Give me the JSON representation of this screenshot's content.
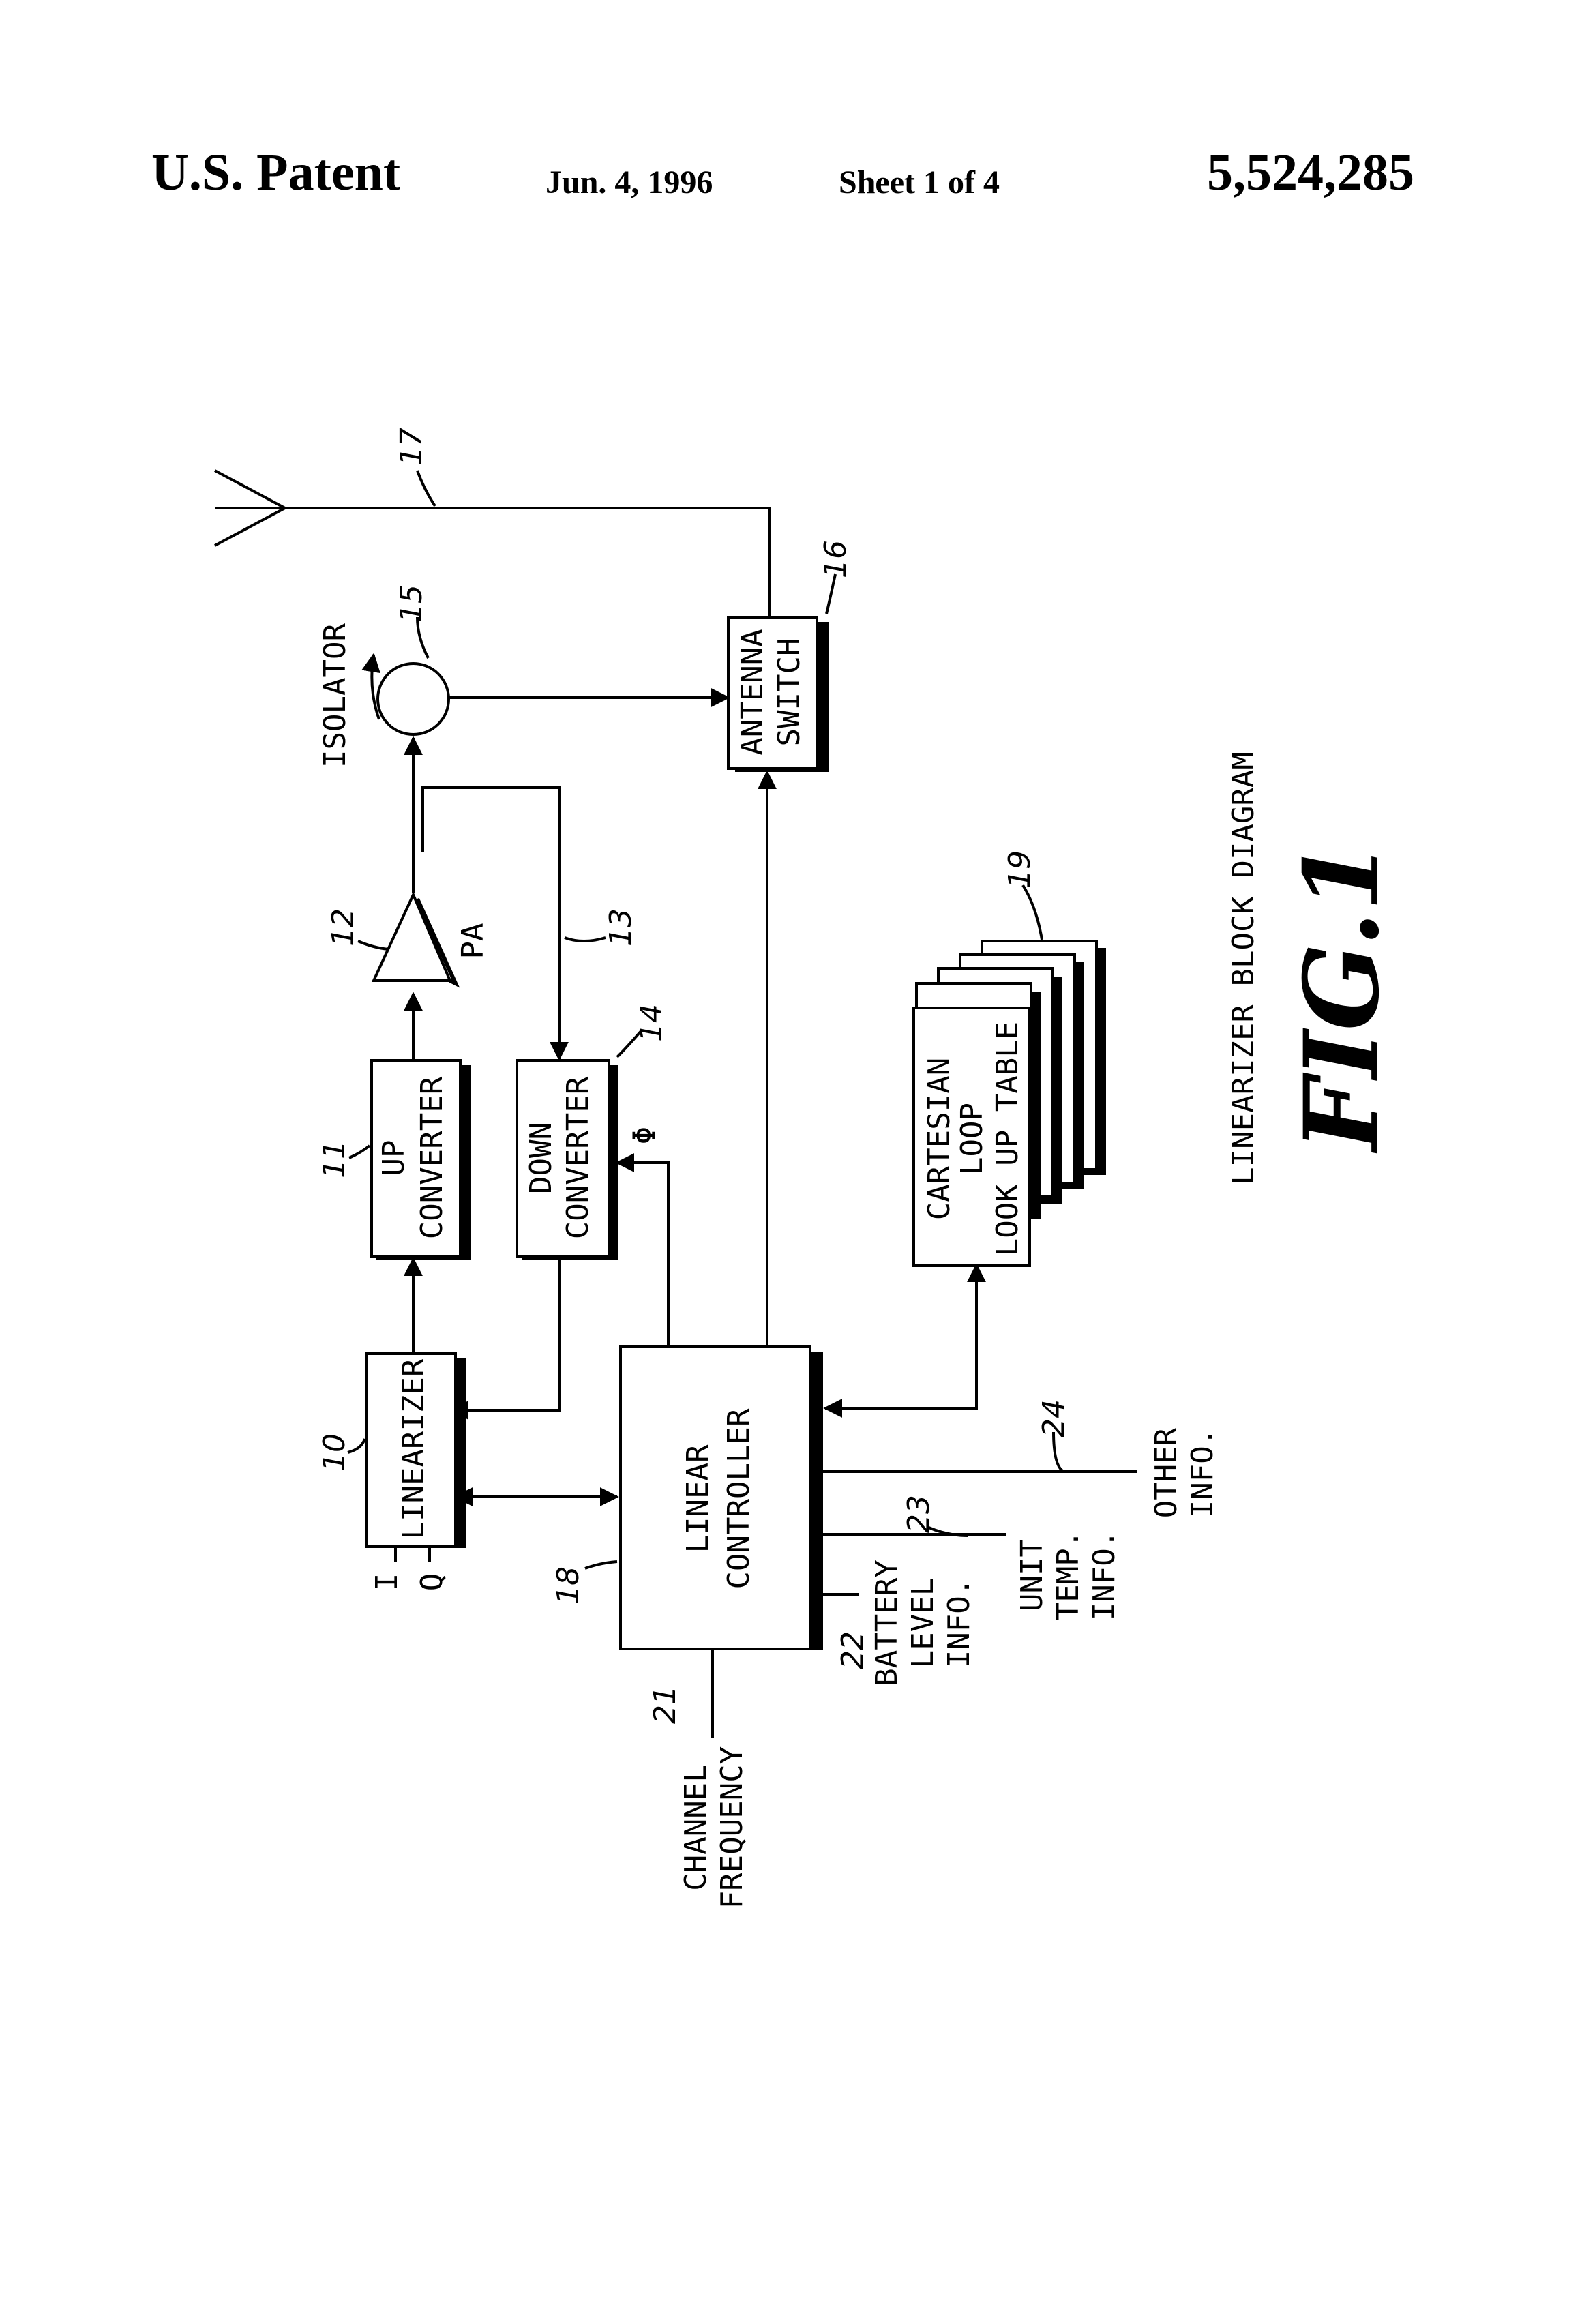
{
  "header": {
    "title": "U.S. Patent",
    "date": "Jun. 4, 1996",
    "sheet": "Sheet 1 of 4",
    "patent_number": "5,524,285"
  },
  "figure": {
    "caption": "LINEARIZER BLOCK DIAGRAM",
    "fig_label": "FIG.1"
  },
  "blocks": {
    "linearizer": {
      "lines": [
        "LINEARIZER"
      ],
      "ref": "10"
    },
    "up_converter": {
      "lines": [
        "UP",
        "CONVERTER"
      ],
      "ref": "11"
    },
    "pa": {
      "label": "PA",
      "ref": "12"
    },
    "down_converter": {
      "lines": [
        "DOWN",
        "CONVERTER"
      ],
      "ref": "14"
    },
    "isolator": {
      "label": "ISOLATOR",
      "ref": "15"
    },
    "antenna_switch": {
      "lines": [
        "ANTENNA",
        "SWITCH"
      ],
      "ref": "16"
    },
    "antenna": {
      "ref": "17"
    },
    "linear_controller": {
      "lines": [
        "LINEAR",
        "CONTROLLER"
      ],
      "ref": "18"
    },
    "lookup_table": {
      "lines": [
        "CARTESIAN",
        "LOOP",
        "LOOK UP TABLE"
      ],
      "ref": "19"
    }
  },
  "signals": {
    "i_input": "I",
    "q_input": "Q",
    "feedback_ref": "13",
    "phase": "Φ",
    "channel_frequency": {
      "lines": [
        "CHANNEL",
        "FREQUENCY"
      ],
      "ref": "21"
    },
    "battery": {
      "lines": [
        "BATTERY",
        "LEVEL",
        "INFO."
      ],
      "ref": "22"
    },
    "unit_temp": {
      "lines": [
        "UNIT",
        "TEMP.",
        "INFO."
      ],
      "ref": "23"
    },
    "other_info": {
      "lines": [
        "OTHER",
        "INFO."
      ],
      "ref": "24"
    }
  }
}
